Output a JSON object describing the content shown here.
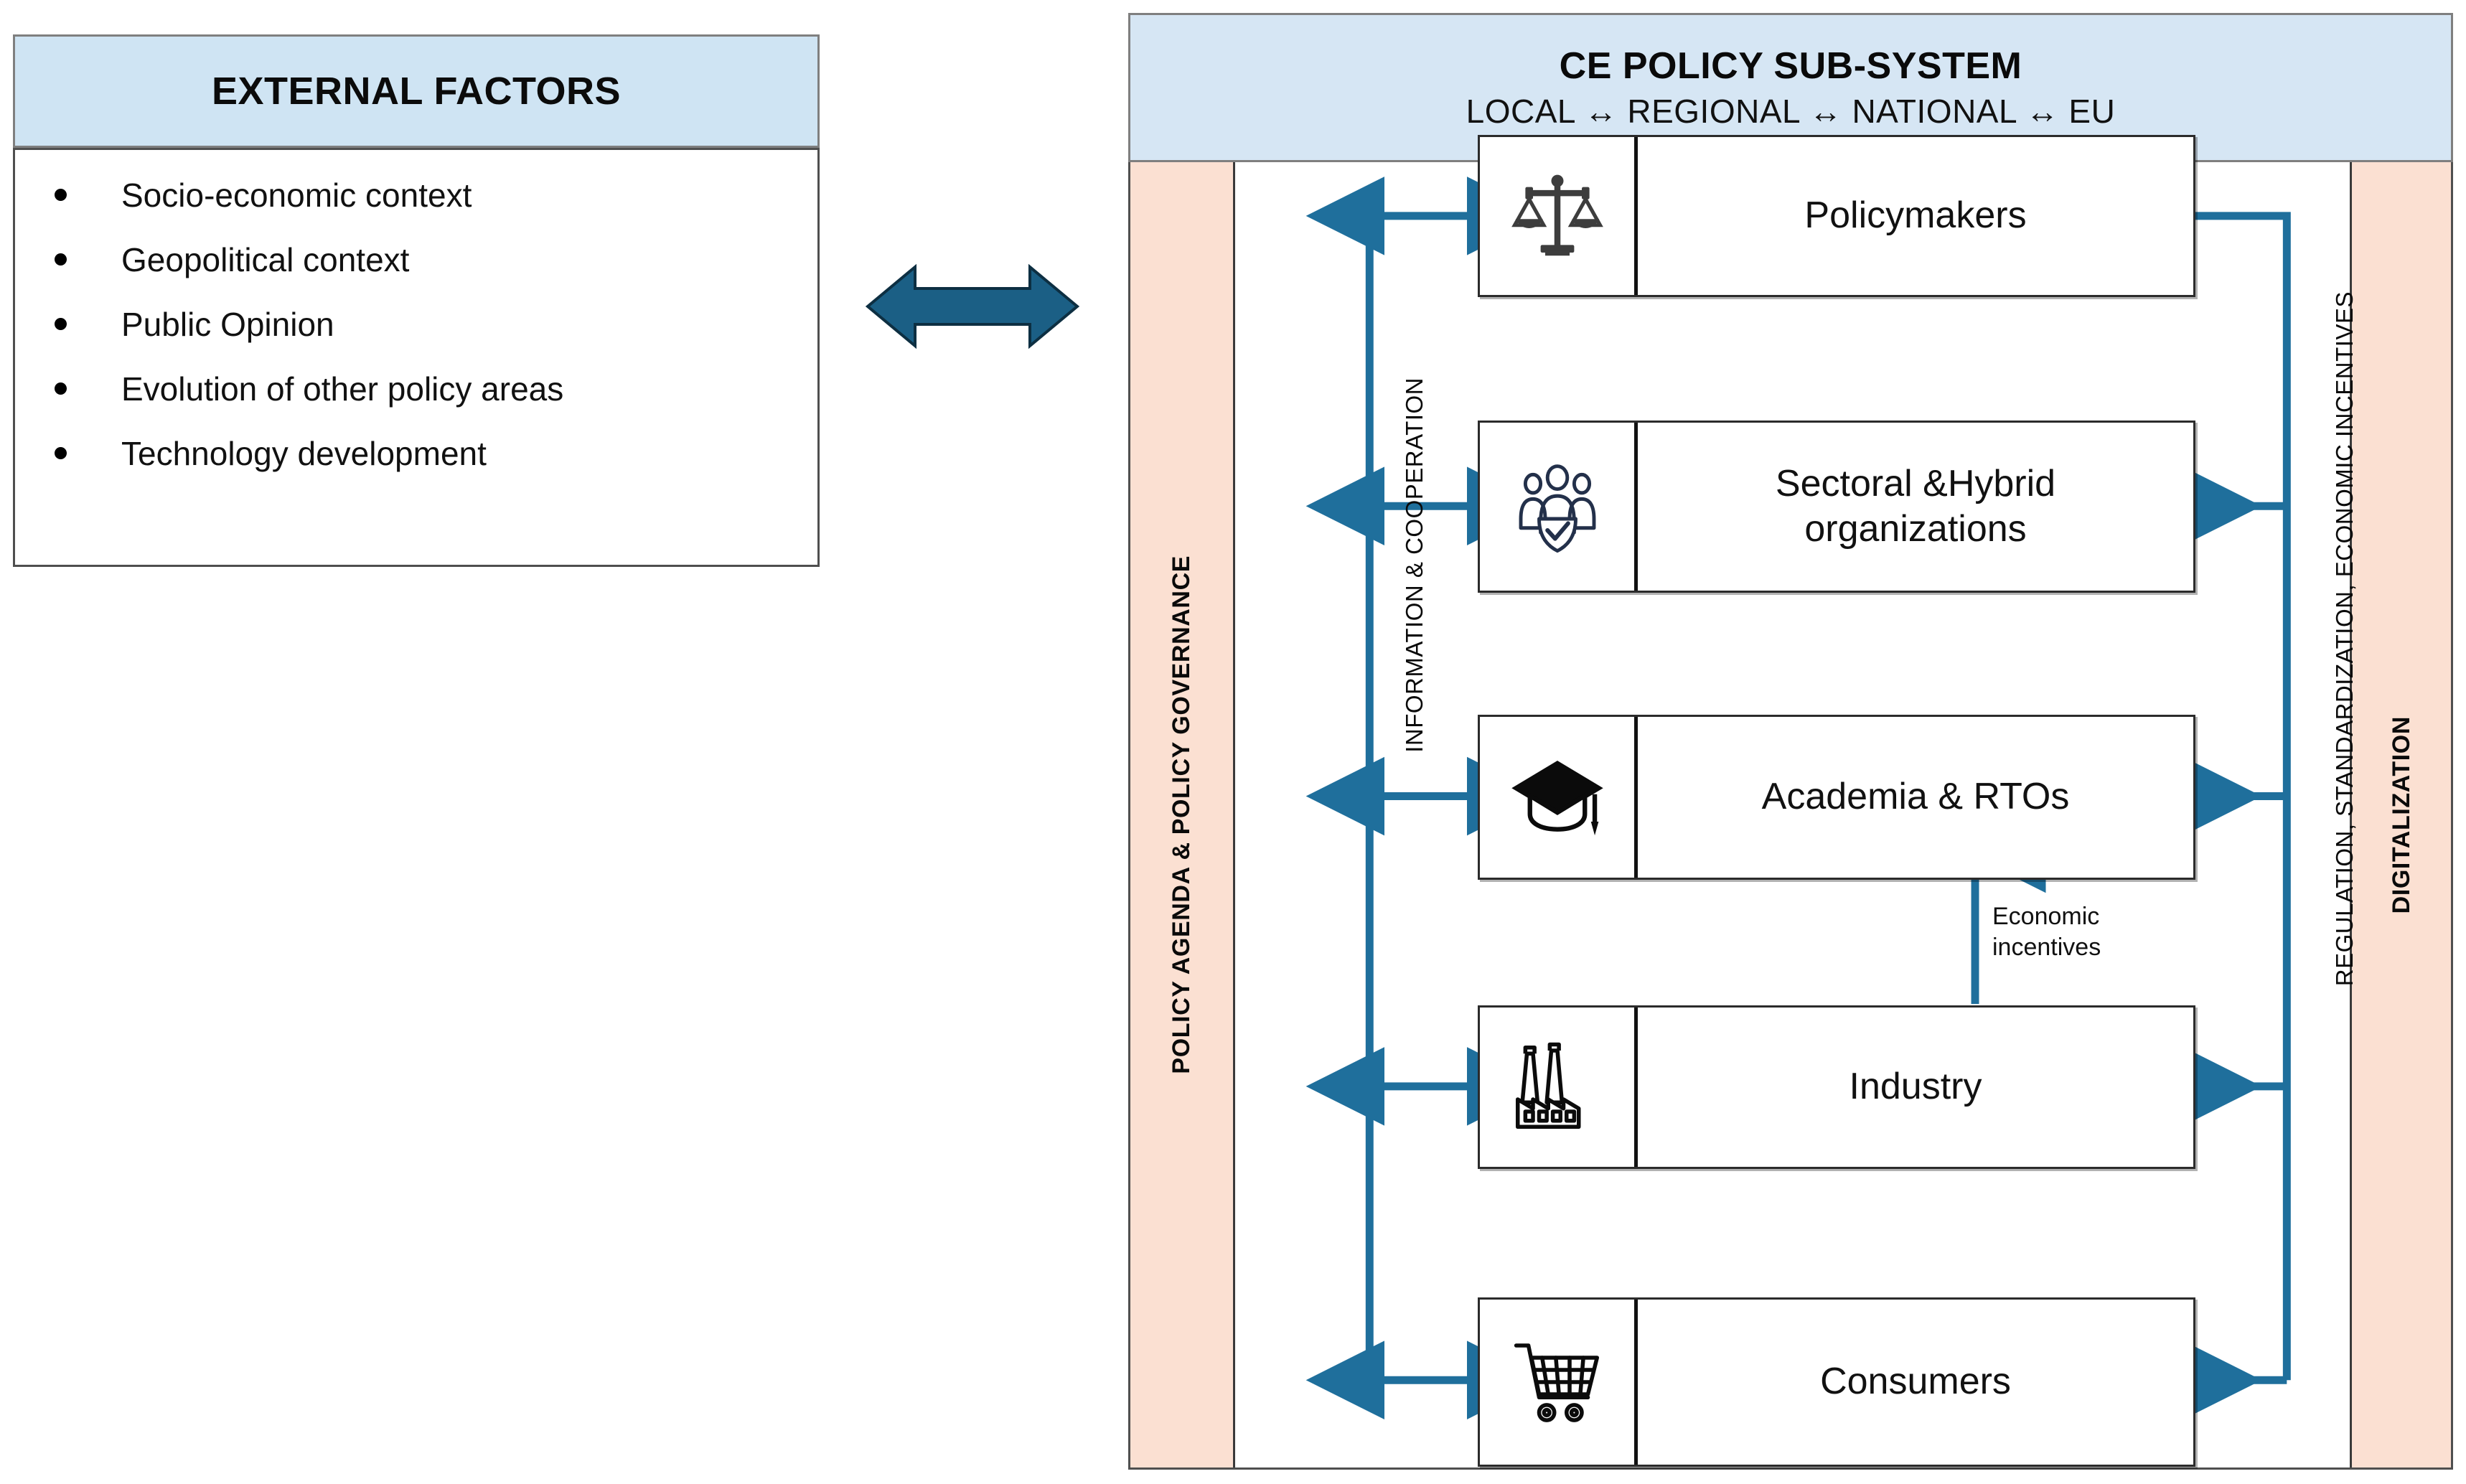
{
  "external_factors": {
    "title": "EXTERNAL FACTORS",
    "items": [
      "Socio-economic context",
      "Geopolitical context",
      "Public Opinion",
      "Evolution of other policy areas",
      "Technology development"
    ],
    "header_color": "#cfe4f3"
  },
  "center_connector": {
    "name": "bidirectional-arrow",
    "color": "#1f618d"
  },
  "ce_panel": {
    "title": "CE POLICY SUB-SYSTEM",
    "levels": "LOCAL  ↔  REGIONAL  ↔  NATIONAL  ↔  EU",
    "header_color": "#d6e6f4",
    "band_color": "#fbe0d2",
    "left_band_label": "POLICY AGENDA & POLICY GOVERNANCE",
    "right_band_label": "DIGITALIZATION",
    "left_flow_label": "INFORMATION & COOPERATION",
    "right_flow_label": "REGULATION, STANDARDIZATION, ECONOMIC INCENTIVES",
    "economic_incentives_label": "Economic\nincentives",
    "economic_incentives_line1": "Economic",
    "economic_incentives_line2": "incentives",
    "flow_color": "#1f6f9c",
    "actors": [
      {
        "label": "Policymakers",
        "icon": "scales-of-justice-icon"
      },
      {
        "label": "Sectoral &Hybrid\norganizations",
        "icon": "people-group-check-icon"
      },
      {
        "label": "Academia & RTOs",
        "icon": "graduation-cap-icon"
      },
      {
        "label": "Industry",
        "icon": "factory-icon"
      },
      {
        "label": "Consumers",
        "icon": "shopping-cart-icon"
      }
    ],
    "actor_labels": {
      "policymakers": "Policymakers",
      "sectoral_hybrid_line1": "Sectoral &Hybrid",
      "sectoral_hybrid_line2": "organizations",
      "academia": "Academia & RTOs",
      "industry": "Industry",
      "consumers": "Consumers"
    }
  }
}
